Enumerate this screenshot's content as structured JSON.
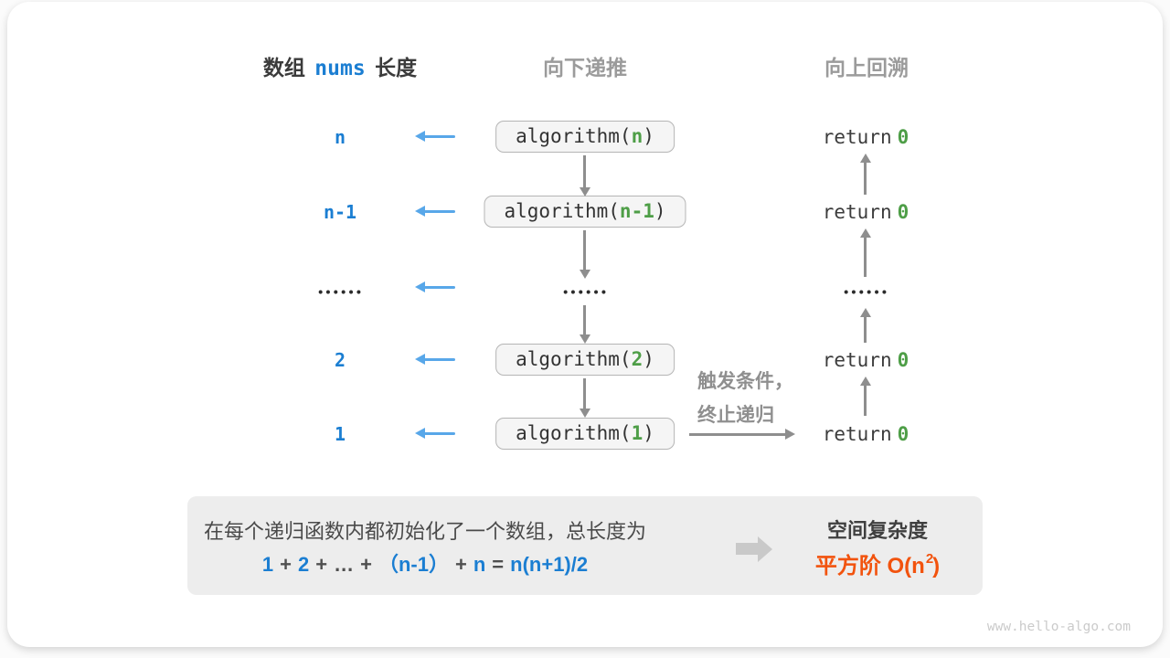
{
  "headers": {
    "array_label_prefix": "数组",
    "array_code": "nums",
    "array_label_suffix": "长度",
    "recurse_down": "向下递推",
    "backtrack_up": "向上回溯"
  },
  "code": {
    "call_prefix": "algorithm(",
    "call_suffix": ")",
    "return_keyword": "return",
    "return_value": "0"
  },
  "rows": [
    {
      "label": "n",
      "arg": "n"
    },
    {
      "label": "n-1",
      "arg": "n-1"
    },
    {
      "label": "••••••",
      "mid_dots": "••••••",
      "right_dots": "••••••"
    },
    {
      "label": "2",
      "arg": "2"
    },
    {
      "label": "1",
      "arg": "1"
    }
  ],
  "trigger_note": {
    "line1": "触发条件，",
    "line2": "终止递归"
  },
  "summary": {
    "line1": "在每个递归函数内都初始化了一个数组，总长度为",
    "formula_tokens": [
      "1",
      "+",
      "2",
      "+",
      "…",
      "+",
      "（n-1）",
      "+",
      "n",
      "=",
      "n(n+1)/2"
    ],
    "result_title": "空间复杂度",
    "result_value_prefix": "平方阶 O(n",
    "result_value_sup": "2",
    "result_value_suffix": ")"
  },
  "watermark": "www.hello-algo.com",
  "colors": {
    "blue": "#1b7ed2",
    "light_blue_arrow": "#58a7e9",
    "green": "#4e9e47",
    "gray_arrow": "#8e8e8e",
    "header_gray": "#9b9b9b",
    "dark_text": "#3d3d3d",
    "orange": "#f2530e",
    "box_bg": "#f5f5f5",
    "box_border": "#b5b5b5",
    "panel_bg": "#ededed"
  }
}
